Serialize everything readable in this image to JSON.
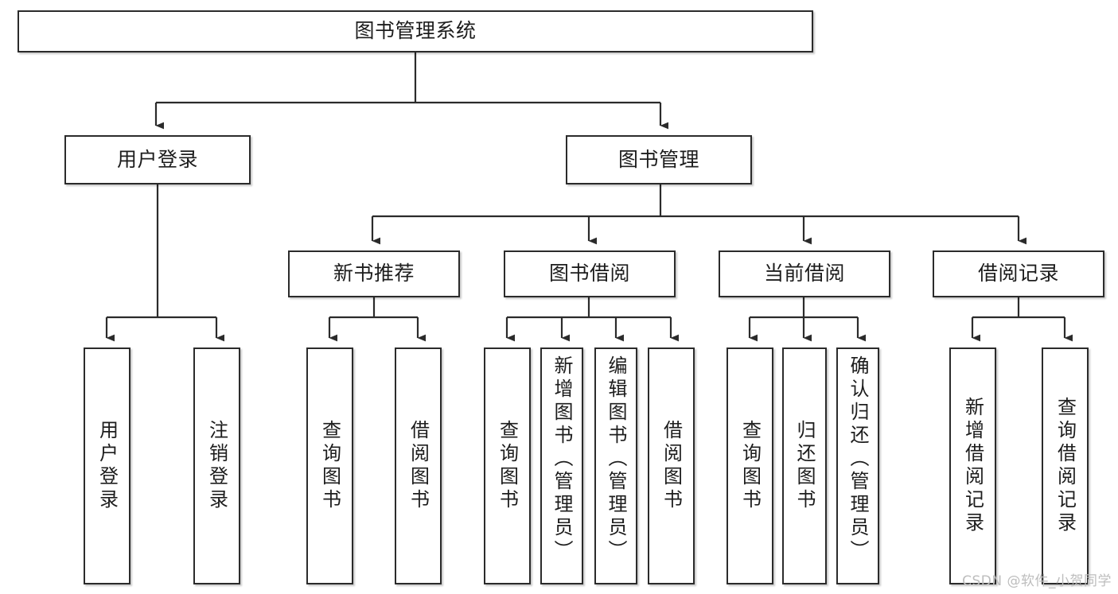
{
  "diagram": {
    "title": "图书管理系统",
    "type": "tree-hierarchy",
    "colors": {
      "box_border": "#2b2b2b",
      "box_fill": "#ffffff",
      "connector": "#2b2b2b",
      "text": "#1d1d1d",
      "watermark": "#bdbdbd"
    },
    "root": {
      "label": "图书管理系统"
    },
    "level2": [
      {
        "label": "用户登录"
      },
      {
        "label": "图书管理"
      }
    ],
    "level3": [
      {
        "label": "新书推荐"
      },
      {
        "label": "图书借阅"
      },
      {
        "label": "当前借阅"
      },
      {
        "label": "借阅记录"
      }
    ],
    "leaves": {
      "user_login": [
        {
          "label": "用户登录"
        },
        {
          "label": "注销登录"
        }
      ],
      "new_book_recommend": [
        {
          "label": "查询图书"
        },
        {
          "label": "借阅图书"
        }
      ],
      "book_borrow": [
        {
          "label": "查询图书"
        },
        {
          "label": "新增图书（管理员）"
        },
        {
          "label": "编辑图书（管理员）"
        },
        {
          "label": "借阅图书"
        }
      ],
      "current_borrow": [
        {
          "label": "查询图书"
        },
        {
          "label": "归还图书"
        },
        {
          "label": "确认归还（管理员）"
        }
      ],
      "borrow_record": [
        {
          "label": "新增借阅记录"
        },
        {
          "label": "查询借阅记录"
        }
      ]
    }
  },
  "watermark": {
    "text": "CSDN @软件_小贺同学"
  }
}
